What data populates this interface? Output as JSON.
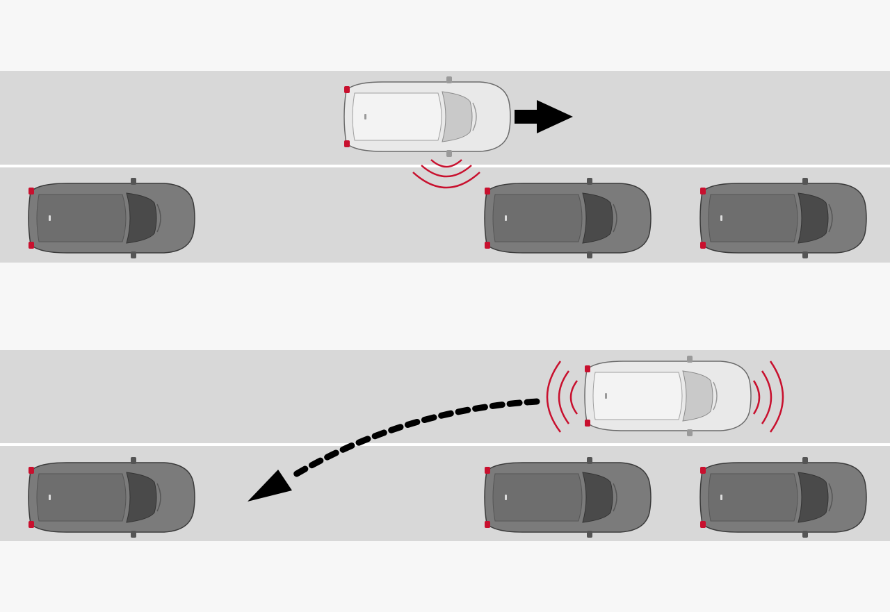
{
  "colors": {
    "page_background": "#f7f7f7",
    "road_surface": "#d8d8d8",
    "lane_divider": "#ffffff",
    "parked_car_body": "#7a7a7a",
    "ego_car_body": "#e8e8e8",
    "sensor_wave": "#c8102e",
    "tail_light": "#c8102e",
    "direction_arrow": "#000000"
  },
  "panels": [
    {
      "id": "top",
      "ego_car_action": "driving-forward",
      "sensor_waves": "rear-right-corner",
      "parked_cars": 3,
      "arrow": "solid-forward"
    },
    {
      "id": "bottom",
      "ego_car_action": "parking-maneuver",
      "sensor_waves": "front-and-rear",
      "parked_cars": 3,
      "arrow": "dotted-curved-reverse"
    }
  ],
  "icons": {
    "sensor": "parking-sensor-wave-icon",
    "arrow_forward": "arrow-right-icon",
    "arrow_reverse": "curved-dotted-arrow-icon"
  }
}
